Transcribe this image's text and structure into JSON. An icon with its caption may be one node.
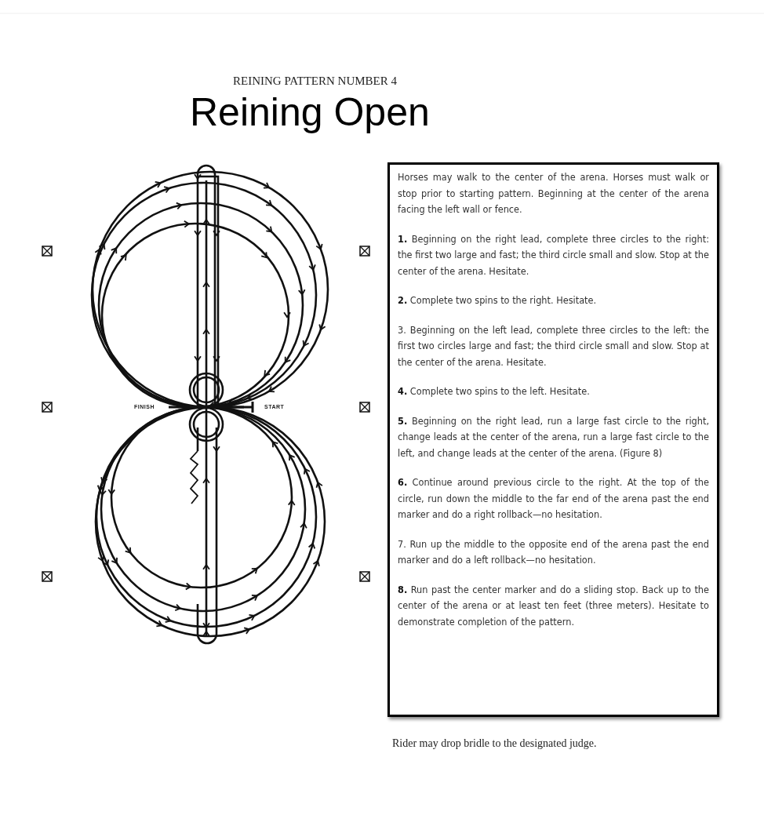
{
  "diagram": {
    "title": "Reining Open",
    "nodes": [
      {
        "text": [
          "Horses may walk to the center of the arena. Horses must walk or stop prior to starting pattern. Beginning at the center of the arena facing the left wall or fence.",
          "**1.** Beginning on the right lead, complete three circles to the right: the first two large and fast; the third circle small and slow. Stop at the center of the arena. Hesitate.",
          "**2.** Complete two spins to the right. Hesitate.",
          "3. Beginning on the left lead, complete three circles to the left: the first two circles large and fast; the third circle small and slow. Stop at the center of the arena. Hesitate.",
          "**4.** Complete two spins to the left. Hesitate.",
          "**5.** Beginning on the right lead, run a large fast circle to the right, change leads at the center of the arena, run a large fast circle to the left, and change leads at the center of the arena. (Figure 8)",
          "**6.** Continue around previous circle to the right. At the top of the circle, run down the middle to the far end of the arena past the end marker and do a right rollback—no hesitation.",
          "7. Run up the middle to the opposite end of the arena past the end marker and do a left rollback—no hesitation.",
          "**8.** Run past the center marker and do a sliding stop. Back up to the center of the arena or at least ten feet (three meters). Hesitate to demonstrate completion of the pattern."
        ]
      }
    ],
    "labels": [
      "REINING PATTERN NUMBER 4",
      "FINISH",
      "START"
    ],
    "caption": "Rider may drop bridle to the designated judge."
  }
}
